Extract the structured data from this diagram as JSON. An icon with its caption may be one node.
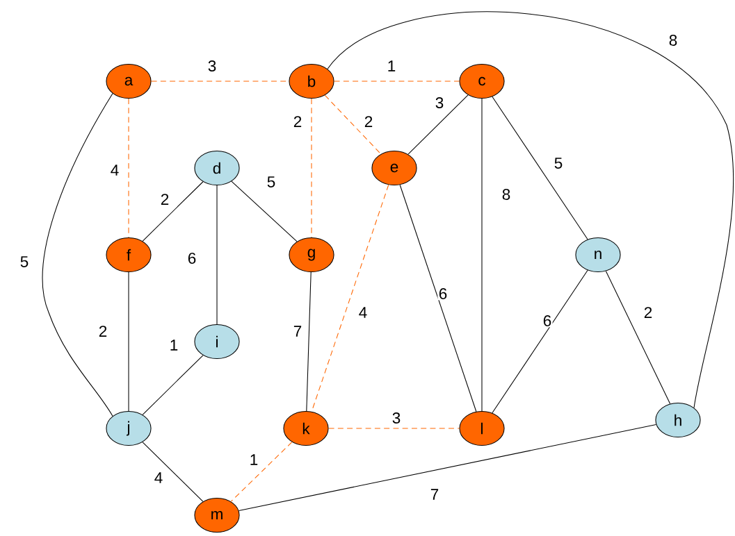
{
  "diagram": {
    "nodes": [
      {
        "text": [
          "a"
        ]
      },
      {
        "text": [
          "b"
        ]
      },
      {
        "text": [
          "c"
        ]
      },
      {
        "text": [
          "d"
        ]
      },
      {
        "text": [
          "e"
        ]
      },
      {
        "text": [
          "f"
        ]
      },
      {
        "text": [
          "g"
        ]
      },
      {
        "text": [
          "n"
        ]
      },
      {
        "text": [
          "i"
        ]
      },
      {
        "text": [
          "j"
        ]
      },
      {
        "text": [
          "k"
        ]
      },
      {
        "text": [
          "l"
        ]
      },
      {
        "text": [
          "h"
        ]
      },
      {
        "text": [
          "m"
        ]
      }
    ],
    "edges": [
      {
        "from": 0,
        "to": 1,
        "arrow": "none",
        "label": "3",
        "style": "dashed",
        "color": "#ff6600"
      },
      {
        "from": 1,
        "to": 2,
        "arrow": "none",
        "label": "1",
        "style": "dashed",
        "color": "#ff6600"
      },
      {
        "from": 0,
        "to": 5,
        "arrow": "none",
        "label": "4",
        "style": "dashed",
        "color": "#ff6600"
      },
      {
        "from": 1,
        "to": 6,
        "arrow": "none",
        "label": "2",
        "style": "dashed",
        "color": "#ff6600"
      },
      {
        "from": 1,
        "to": 4,
        "arrow": "none",
        "label": "2",
        "style": "dashed",
        "color": "#ff6600"
      },
      {
        "from": 2,
        "to": 4,
        "arrow": "none",
        "label": "3"
      },
      {
        "from": 3,
        "to": 5,
        "arrow": "none",
        "label": "2"
      },
      {
        "from": 3,
        "to": 6,
        "arrow": "none",
        "label": "5"
      },
      {
        "from": 3,
        "to": 8,
        "arrow": "none",
        "label": "6"
      },
      {
        "from": 2,
        "to": 11,
        "arrow": "none",
        "label": "8"
      },
      {
        "from": 2,
        "to": 7,
        "arrow": "none",
        "label": "5"
      },
      {
        "from": 0,
        "to": 9,
        "arrow": "none",
        "label": "5"
      },
      {
        "from": 1,
        "to": 12,
        "arrow": "none",
        "label": "8"
      },
      {
        "from": 5,
        "to": 9,
        "arrow": "none",
        "label": "2"
      },
      {
        "from": 8,
        "to": 9,
        "arrow": "none",
        "label": "1"
      },
      {
        "from": 6,
        "to": 10,
        "arrow": "none",
        "label": "7"
      },
      {
        "from": 4,
        "to": 10,
        "arrow": "none",
        "label": "4",
        "style": "dashed",
        "color": "#ff6600"
      },
      {
        "from": 4,
        "to": 11,
        "arrow": "none",
        "label": "6"
      },
      {
        "from": 7,
        "to": 11,
        "arrow": "none",
        "label": "6"
      },
      {
        "from": 7,
        "to": 12,
        "arrow": "none",
        "label": "2"
      },
      {
        "from": 10,
        "to": 11,
        "arrow": "none",
        "label": "3",
        "style": "dashed",
        "color": "#ff6600"
      },
      {
        "from": 9,
        "to": 13,
        "arrow": "none",
        "label": "4"
      },
      {
        "from": 10,
        "to": 13,
        "arrow": "none",
        "label": "1",
        "style": "dashed",
        "color": "#ff6600"
      },
      {
        "from": 13,
        "to": 12,
        "arrow": "none",
        "label": "7"
      }
    ]
  }
}
